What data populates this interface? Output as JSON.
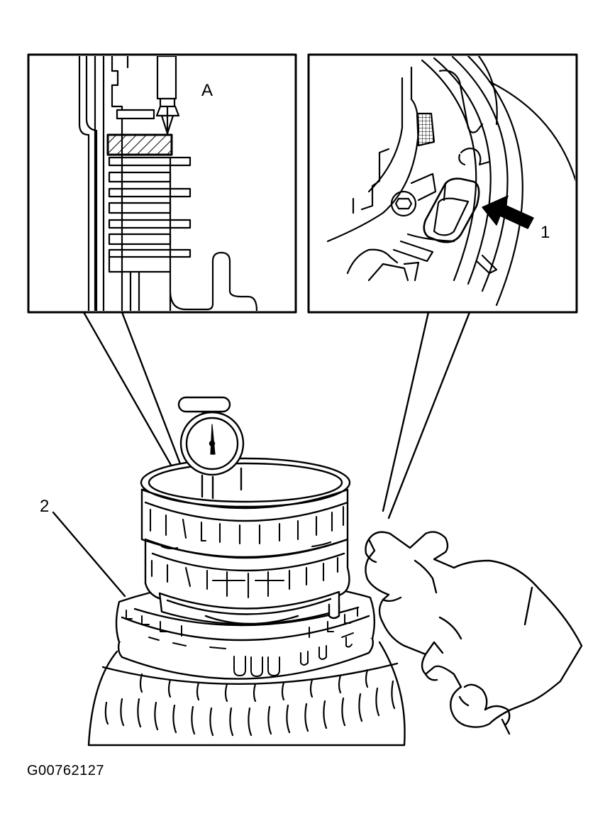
{
  "figure_code": "G00762127",
  "callouts": {
    "detail_a": "A",
    "item_1": "1",
    "item_2": "2"
  },
  "colors": {
    "ink": "#000000",
    "paper": "#ffffff"
  },
  "icons": {
    "arrow": "arrow-icon",
    "dial_gauge": "dial-gauge-icon"
  }
}
